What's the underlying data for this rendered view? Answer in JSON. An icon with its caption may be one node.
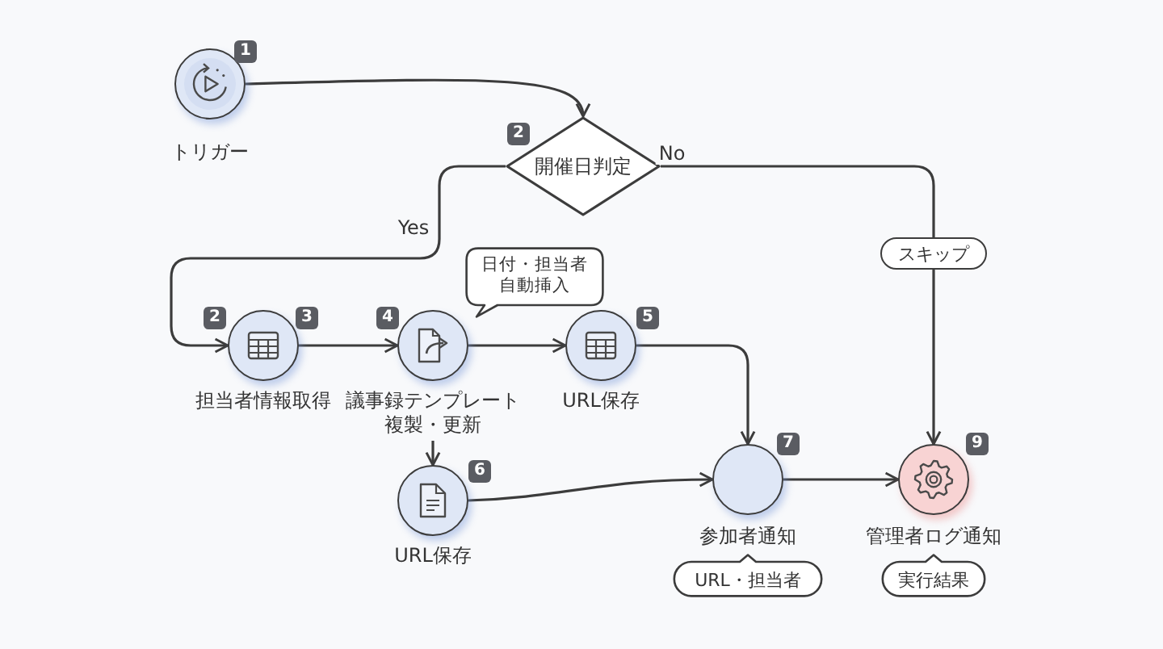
{
  "diagram": {
    "nodes": [
      {
        "text": [
          "トリガー"
        ],
        "beside": [
          "1"
        ]
      },
      {
        "text": [
          "開催日判定"
        ],
        "beside": [
          "2"
        ]
      },
      {
        "text": [
          "スキップ"
        ]
      },
      {
        "text": [
          "日付・担当者自動挿入"
        ]
      },
      {
        "text": [
          "担当者情報取得"
        ],
        "beside": [
          "2",
          "3"
        ]
      },
      {
        "text": [
          "議事録テンプレート複製・更新"
        ],
        "beside": [
          "4"
        ]
      },
      {
        "text": [
          "URL保存"
        ],
        "beside": [
          "5"
        ]
      },
      {
        "text": [
          "URL保存"
        ],
        "beside": [
          "6"
        ]
      },
      {
        "text": [
          "参加者通知"
        ],
        "beside": [
          "7"
        ]
      },
      {
        "text": [
          "管理者ログ通知"
        ],
        "beside": [
          "9"
        ]
      },
      {
        "text": [
          "URL・担当者"
        ]
      },
      {
        "text": [
          "実行結果"
        ]
      }
    ],
    "edges": [
      {
        "from": 0,
        "to": 1,
        "arrow": "to"
      },
      {
        "from": 1,
        "to": 4,
        "arrow": "to",
        "label": "Yes"
      },
      {
        "from": 1,
        "to": 2,
        "arrow": "none",
        "label": "No"
      },
      {
        "from": 2,
        "to": 9,
        "arrow": "to"
      },
      {
        "from": 4,
        "to": 5,
        "arrow": "to"
      },
      {
        "from": 5,
        "to": 6,
        "arrow": "to"
      },
      {
        "from": 5,
        "to": 7,
        "arrow": "to"
      },
      {
        "from": 6,
        "to": 8,
        "arrow": "to"
      },
      {
        "from": 7,
        "to": 8,
        "arrow": "to"
      },
      {
        "from": 8,
        "to": 9,
        "arrow": "to"
      }
    ]
  }
}
